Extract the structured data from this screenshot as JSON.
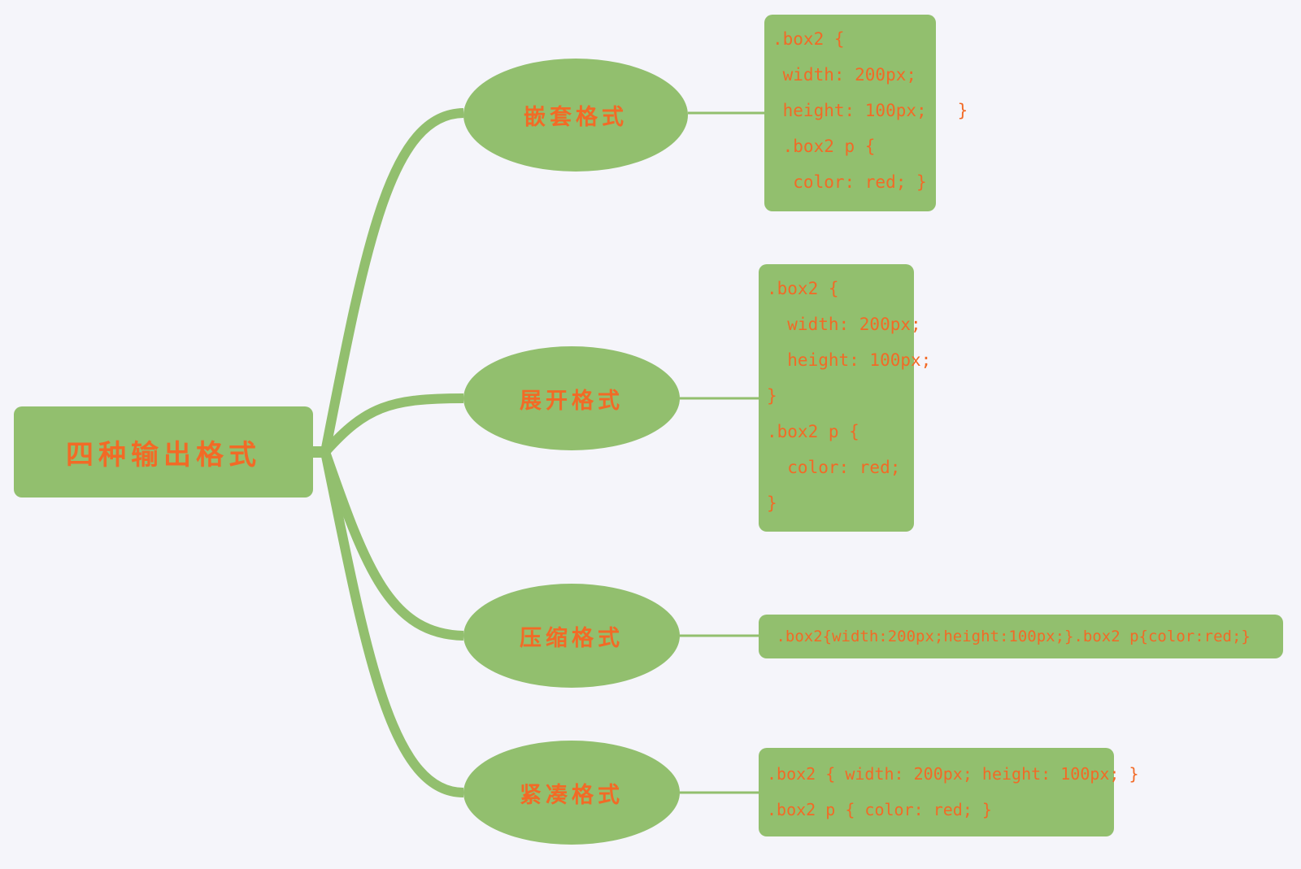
{
  "root": {
    "label": "四种输出格式"
  },
  "branches": [
    {
      "label": "嵌套格式",
      "code": [
        ".box2 {",
        " width: 200px;",
        " height: 100px;   }",
        " .box2 p {",
        "  color: red; }"
      ]
    },
    {
      "label": "展开格式",
      "code": [
        ".box2 {",
        "  width: 200px;",
        "  height: 100px;",
        "}",
        ".box2 p {",
        "  color: red;",
        "}"
      ]
    },
    {
      "label": "压缩格式",
      "code": [
        " .box2{width:200px;height:100px;}.box2 p{color:red;}"
      ]
    },
    {
      "label": "紧凑格式",
      "code": [
        ".box2 { width: 200px; height: 100px; }",
        ".box2 p { color: red; }"
      ]
    }
  ],
  "colors": {
    "node": "#92bf6e",
    "text": "#f26a26",
    "background": "#f5f5fa"
  }
}
